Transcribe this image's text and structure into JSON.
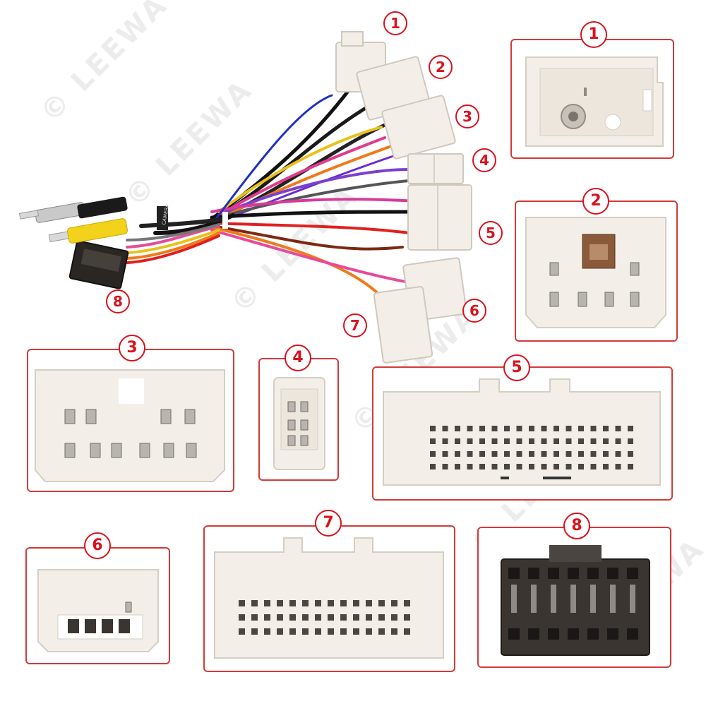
{
  "watermark": "© LEEWA",
  "labels": {
    "n1": "1",
    "n2": "2",
    "n3": "3",
    "n4": "4",
    "n5": "5",
    "n6": "6",
    "n7": "7",
    "n8": "8"
  },
  "cable_sticker": "CAMERA",
  "colors": {
    "label_red": "#d9121d",
    "frame_red": "#d23a3a",
    "connector_white": "#f3efe8",
    "connector_black": "#3a3531",
    "rca_yellow": "#f2d21a"
  }
}
